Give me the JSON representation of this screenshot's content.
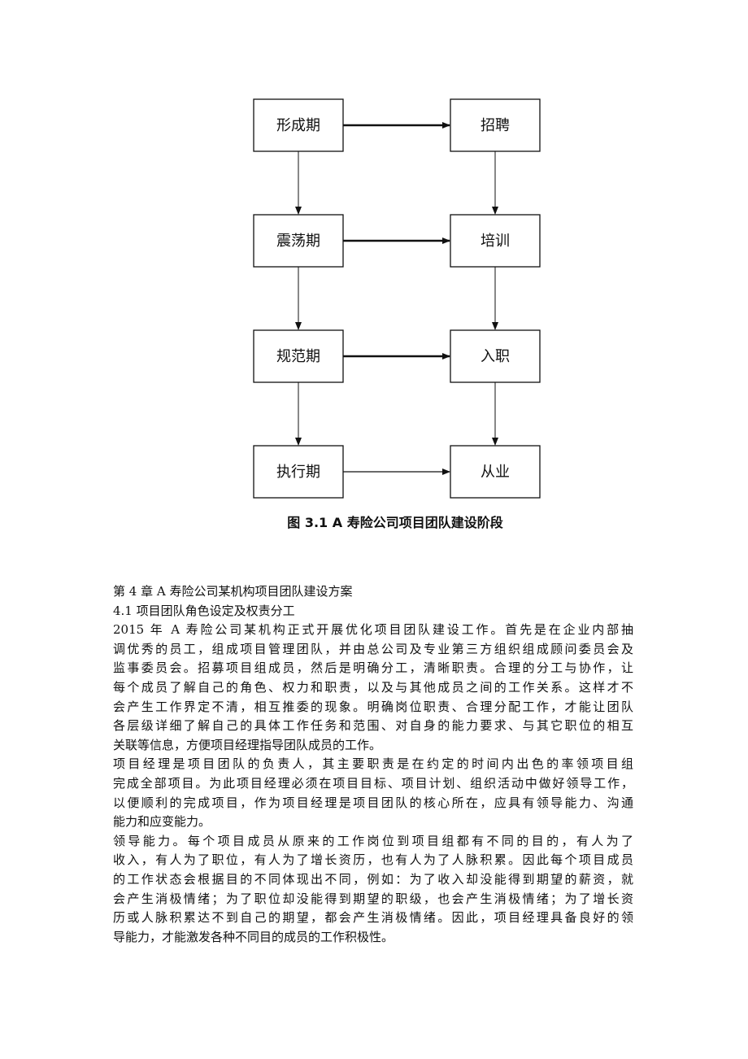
{
  "diagram": {
    "left_column": [
      "形成期",
      "震荡期",
      "规范期",
      "执行期"
    ],
    "right_column": [
      "招聘",
      "培训",
      "入职",
      "从业"
    ],
    "caption": "图 3.1  A 寿险公司项目团队建设阶段"
  },
  "text": {
    "chapter_heading": "第 4 章 A 寿险公司某机构项目团队建设方案",
    "section_heading": "4.1 项目团队角色设定及权责分工",
    "paragraphs": [
      [
        "2015 年 A 寿险公司某机构正式开展优化项目团队建设工作。首先是在企业内部抽",
        "调优秀的员工，组成项目管理团队，并由总公司及专业第三方组织组成顾问委员会及",
        "监事委员会。招募项目组成员，然后是明确分工，清晰职责。合理的分工与协作，让",
        "每个成员了解自己的角色、权力和职责，以及与其他成员之间的工作关系。这样才不",
        "会产生工作界定不清，相互推委的现象。明确岗位职责、合理分配工作，才能让团队",
        "各层级详细了解自己的具体工作任务和范围、对自身的能力要求、与其它职位的相互",
        "关联等信息，方便项目经理指导团队成员的工作。"
      ],
      [
        "项目经理是项目团队的负责人，其主要职责是在约定的时间内出色的率领项目组",
        "完成全部项目。为此项目经理必须在项目目标、项目计划、组织活动中做好领导工作，",
        "以便顺利的完成项目，作为项目经理是项目团队的核心所在，应具有领导能力、沟通",
        "能力和应变能力。"
      ],
      [
        "领导能力。每个项目成员从原来的工作岗位到项目组都有不同的目的，有人为了",
        "收入，有人为了职位，有人为了增长资历，也有人为了人脉积累。因此每个项目成员",
        "的工作状态会根据目的不同体现出不同，例如：为了收入却没能得到期望的薪资，就",
        "会产生消极情绪；为了职位却没能得到期望的职级，也会产生消极情绪；为了增长资",
        "历或人脉积累达不到自己的期望，都会产生消极情绪。因此，项目经理具备良好的领",
        "导能力，才能激发各种不同目的成员的工作积极性。"
      ]
    ]
  }
}
